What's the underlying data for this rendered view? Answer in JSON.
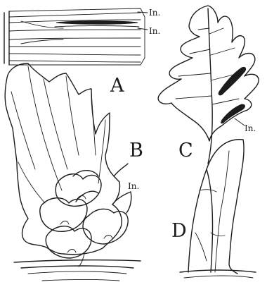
{
  "panels": [
    {
      "letter": "A",
      "annotations": [
        "In.",
        "In."
      ]
    },
    {
      "letter": "B",
      "annotations": [
        "In."
      ]
    },
    {
      "letter": "C",
      "annotations": [
        "In."
      ]
    },
    {
      "letter": "D",
      "annotations": []
    }
  ]
}
